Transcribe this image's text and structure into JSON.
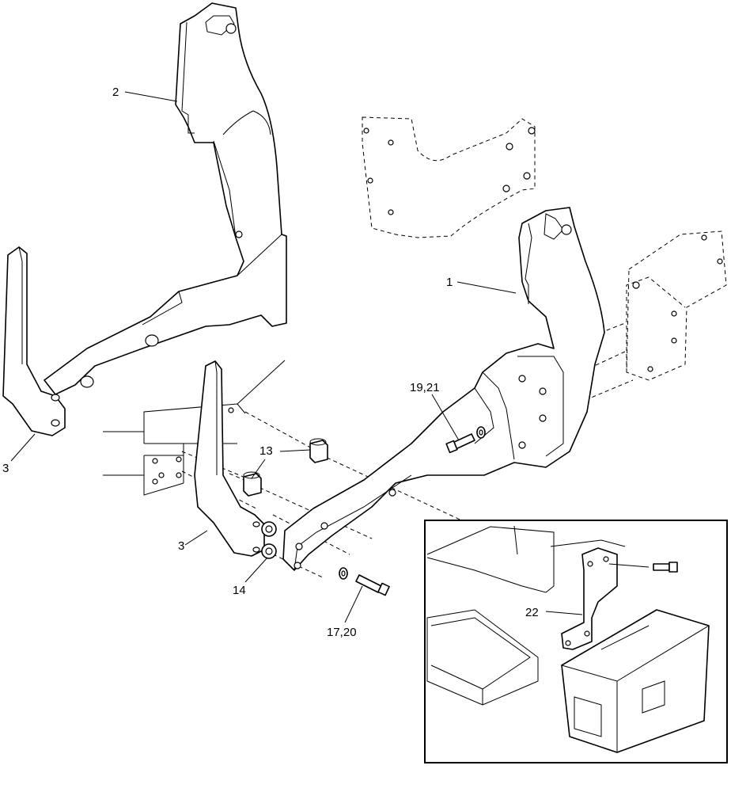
{
  "callouts": {
    "c1": "1",
    "c2": "2",
    "c3_left": "3",
    "c3_mid": "3",
    "c13": "13",
    "c14": "14",
    "c17_20": "17,20",
    "c19_21": "19,21",
    "c22": "22"
  }
}
